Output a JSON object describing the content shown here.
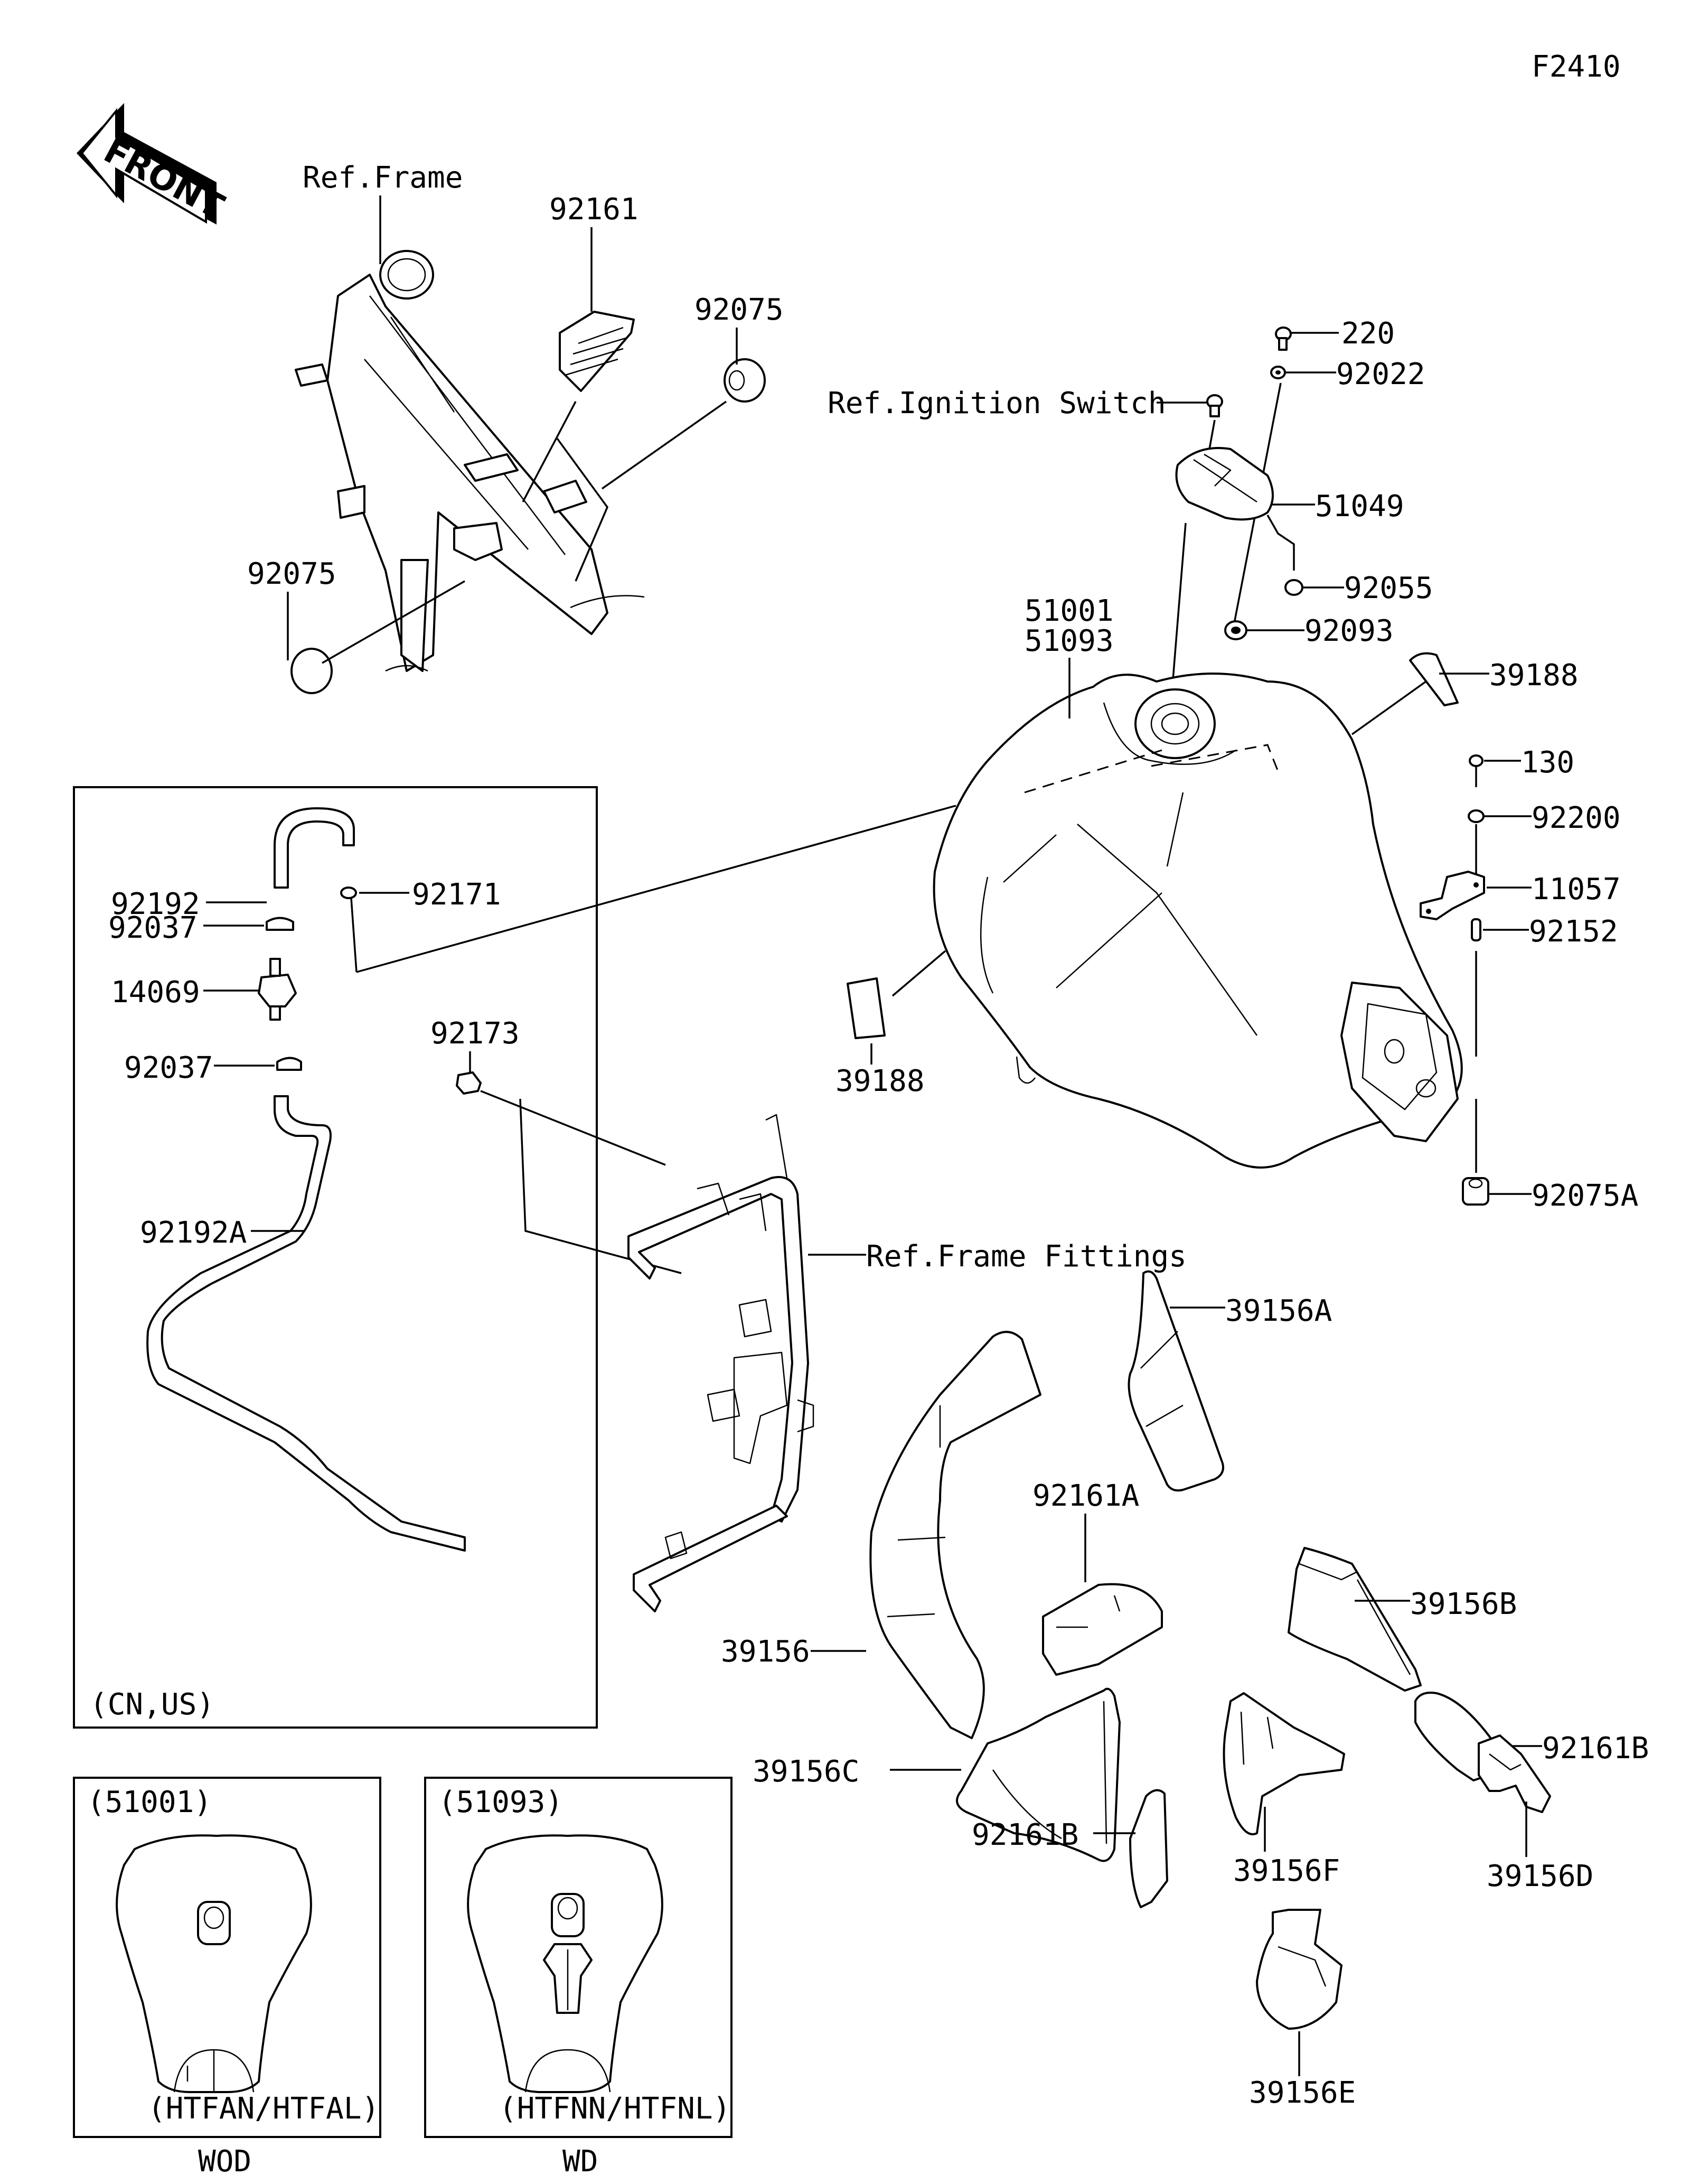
{
  "diagram": {
    "id_code": "F2410",
    "front_label": "FRONT",
    "references": {
      "frame": "Ref.Frame",
      "ignition_switch": "Ref.Ignition Switch",
      "frame_fittings": "Ref.Frame Fittings"
    },
    "part_labels": {
      "p92161": "92161",
      "p92075_top": "92075",
      "p92075_left": "92075",
      "p220": "220",
      "p92022": "92022",
      "p51049": "51049",
      "p92055": "92055",
      "p92093": "92093",
      "p51001": "51001",
      "p51093": "51093",
      "p39188_right": "39188",
      "p130": "130",
      "p92200": "92200",
      "p11057": "11057",
      "p92152": "92152",
      "p92075A": "92075A",
      "p39188_left": "39188",
      "p92173": "92173",
      "p39156": "39156",
      "p39156A": "39156A",
      "p92161A": "92161A",
      "p39156B": "39156B",
      "p92161B_right": "92161B",
      "p39156C": "39156C",
      "p39156F": "39156F",
      "p39156D": "39156D",
      "p92161B_lower": "92161B",
      "p39156E": "39156E"
    },
    "hose_kit": {
      "region_note": "(CN,US)",
      "labels": {
        "p92192": "92192",
        "p92171": "92171",
        "p92037_upper": "92037",
        "p14069": "14069",
        "p92037_lower": "92037",
        "p92192A": "92192A"
      }
    },
    "variants": [
      {
        "part": "(51001)",
        "models": "(HTFAN/HTFAL)",
        "caption": "WOD"
      },
      {
        "part": "(51093)",
        "models": "(HTFNN/HTFNL)",
        "caption": "WD"
      }
    ]
  }
}
